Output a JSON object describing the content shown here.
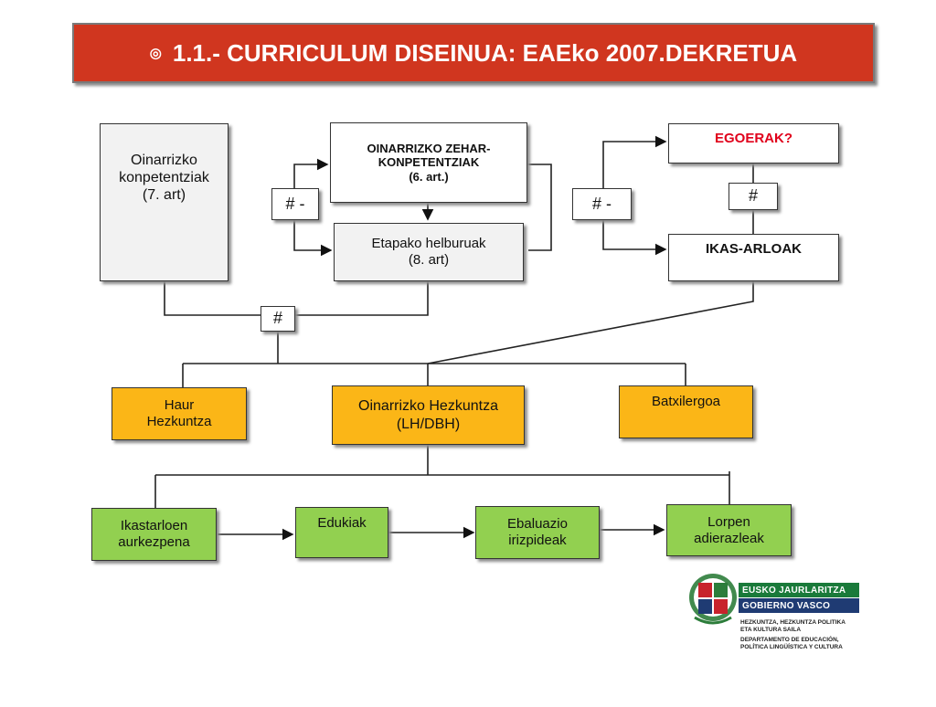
{
  "title": {
    "bullet": "◎",
    "text": "1.1.- CURRICULUM DISEINUA: EAEko 2007.DEKRETUA"
  },
  "nodes": {
    "oinarrizko_konpetentziak": "Oinarrizko\nkonpetentziak\n(7. art)",
    "zeharkonpetentziak": "OINARRIZKO ZEHAR-\nKONPETENTZIAK\n(6. art.)",
    "etapako_helburuak": "Etapako helburuak\n(8. art)",
    "egoerak": "EGOERAK?",
    "ikas_arloak": "IKAS-ARLOAK",
    "haur_hezkuntza": "Haur\nHezkuntza",
    "oinarrizko_hezkuntza": "Oinarrizko Hezkuntza\n(LH/DBH)",
    "batxilergoa": "Batxilergoa",
    "ikastarloen_aurkezpena": "Ikastarloen\naurkezpena",
    "edukiak": "Edukiak",
    "ebaluazio_irizpideak": "Ebaluazio\nirizpideak",
    "lorpen_adierazleak": "Lorpen\nadierazleak"
  },
  "connectors": {
    "hash_minus_left": "# -",
    "hash_minus_right": "# -",
    "hash_top_right": "#",
    "hash_bottom": "#"
  },
  "logo": {
    "line1": "EUSKO JAURLARITZA",
    "line2": "GOBIERNO VASCO",
    "dept_eu": "HEZKUNTZA, HEZKUNTZA POLITIKA\nETA KULTURA SAILA",
    "dept_es": "DEPARTAMENTO DE EDUCACIÓN,\nPOLÍTICA LINGÜÍSTICA Y CULTURA"
  },
  "colors": {
    "title_bg": "#d0361f",
    "orange": "#fbb617",
    "green": "#92d050",
    "white_box": "#ffffff",
    "grey_box": "#f2f2f2",
    "red_text": "#e0001b",
    "gov_green": "#1a7a3a",
    "gov_blue": "#1f3b73"
  }
}
